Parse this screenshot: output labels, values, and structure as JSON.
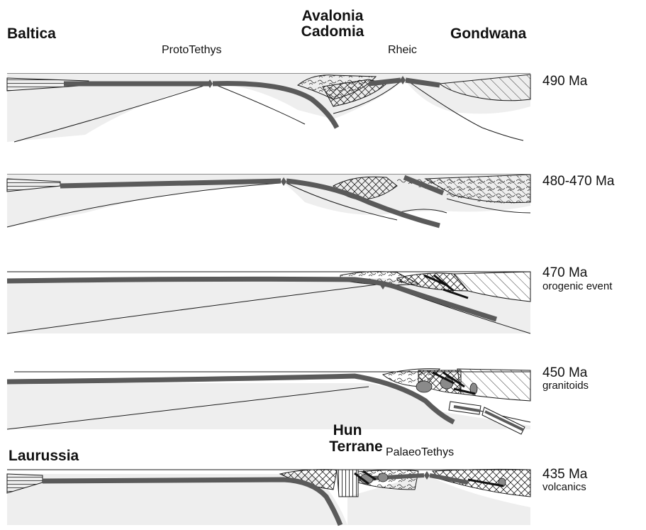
{
  "blocks": {
    "baltica": "Baltica",
    "avalonia": "Avalonia",
    "cadomia": "Cadomia",
    "gondwana": "Gondwana",
    "laurussia": "Laurussia",
    "hun": "Hun",
    "terrane": "Terrane"
  },
  "oceans": {
    "protothethys": "ProtoTethys",
    "rheic": "Rheic",
    "palaeotethys": "PalaeoTethys"
  },
  "stages": [
    {
      "age": "490 Ma",
      "note": ""
    },
    {
      "age": "480-470 Ma",
      "note": ""
    },
    {
      "age": "470 Ma",
      "note": "orogenic event"
    },
    {
      "age": "450 Ma",
      "note": "granitoids"
    },
    {
      "age": "435 Ma",
      "note": "volcanics"
    }
  ],
  "colors": {
    "slab": "#5a5a5a",
    "mantle": "#eeeeee",
    "outline": "#1a1a1a"
  }
}
